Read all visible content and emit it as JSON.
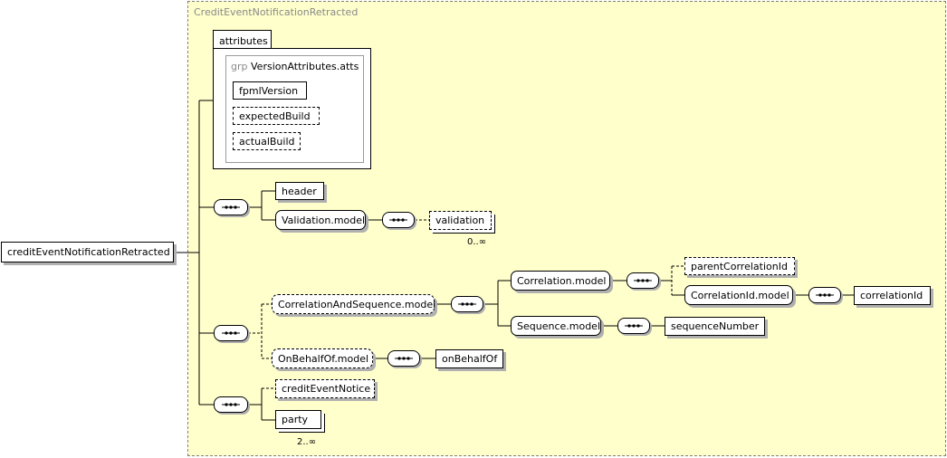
{
  "root": {
    "label": "creditEventNotificationRetracted"
  },
  "type_name": "CreditEventNotificationRetracted",
  "attributes": {
    "tab_label": "attributes",
    "group_keyword": "grp",
    "group_name": "VersionAttributes.atts",
    "items": [
      "fpmlVersion",
      "expectedBuild",
      "actualBuild"
    ]
  },
  "nodes": {
    "header": "header",
    "validation_model": "Validation.model",
    "validation": "validation",
    "validation_occurs": "0..∞",
    "correlation_and_sequence_model": "CorrelationAndSequence.model",
    "correlation_model": "Correlation.model",
    "parent_correlation_id": "parentCorrelationId",
    "correlation_id_model": "CorrelationId.model",
    "correlation_id": "correlationId",
    "sequence_model": "Sequence.model",
    "sequence_number": "sequenceNumber",
    "on_behalf_of_model": "OnBehalfOf.model",
    "on_behalf_of": "onBehalfOf",
    "credit_event_notice": "creditEventNotice",
    "party": "party",
    "party_occurs": "2..∞"
  },
  "colors": {
    "frame_fill": "#ffffcc",
    "frame_border": "#7f7f7f",
    "shadow": "#b0b0b0"
  }
}
